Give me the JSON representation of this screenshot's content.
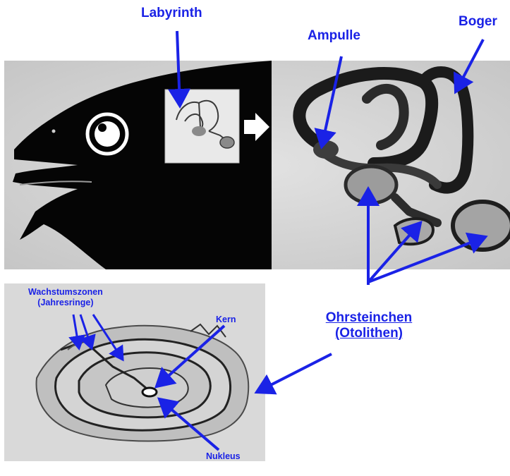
{
  "labels": {
    "labyrinth": "Labyrinth",
    "ampulle": "Ampulle",
    "boger": "Boger",
    "ohrsteinchen_1": "Ohrsteinchen",
    "ohrsteinchen_2": "(Otolithen)",
    "wachstum_1": "Wachstumszonen",
    "wachstum_2": "(Jahresringe)",
    "kern": "Kern",
    "nukleus": "Nukleus"
  },
  "colors": {
    "label_blue": "#1a22e6",
    "fish_black": "#050505",
    "panel_gray": "#d6d6d6",
    "otolith_panel": "#d9d9d9"
  }
}
